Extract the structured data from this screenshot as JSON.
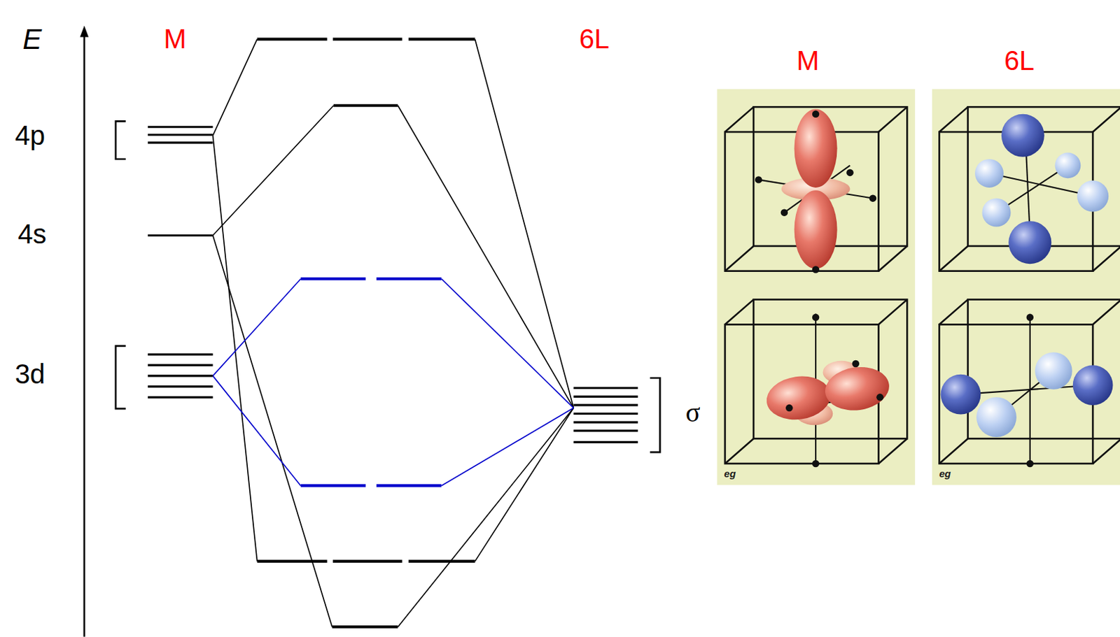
{
  "diagram": {
    "labels": [
      "E",
      "M",
      "4p",
      "4s",
      "3d",
      "6L",
      "σ",
      "M",
      "6L",
      "eg",
      "eg"
    ]
  }
}
